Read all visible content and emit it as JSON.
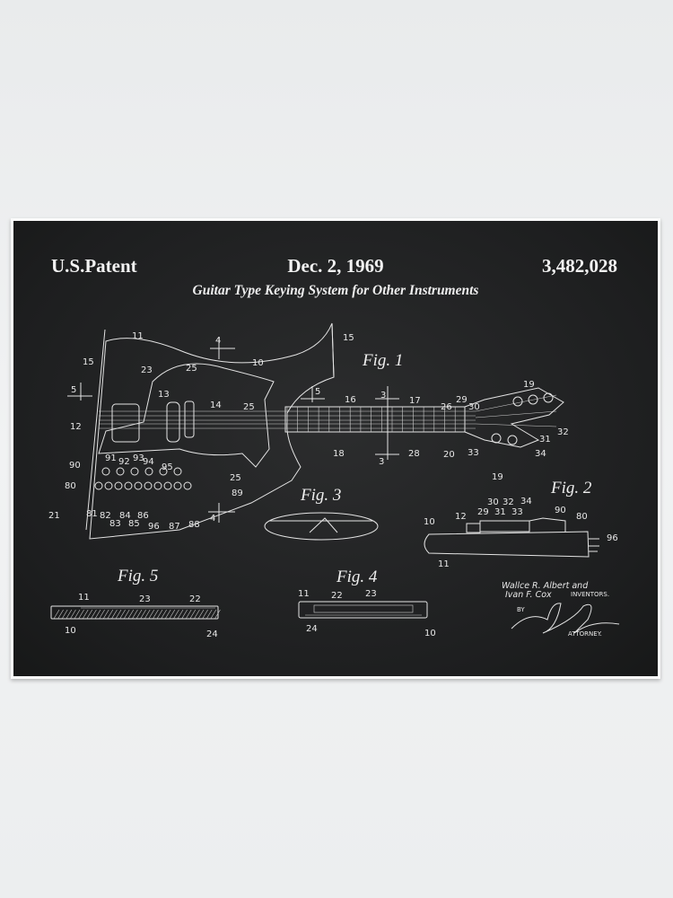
{
  "header": {
    "left": "U.S.Patent",
    "date": "Dec. 2, 1969",
    "number": "3,482,028",
    "title": "Guitar Type Keying System for Other Instruments"
  },
  "figures": {
    "fig1": {
      "title": "Fig. 1",
      "labels": [
        "11",
        "15",
        "23",
        "25",
        "4",
        "10",
        "15",
        "5",
        "13",
        "14",
        "25",
        "5",
        "12",
        "16",
        "3",
        "17",
        "26",
        "29",
        "30",
        "19",
        "32",
        "31",
        "18",
        "28",
        "20",
        "33",
        "34",
        "19",
        "3",
        "90",
        "91",
        "92",
        "93",
        "94",
        "95",
        "80",
        "25",
        "89",
        "21",
        "81",
        "82",
        "83",
        "84",
        "85",
        "86",
        "96",
        "87",
        "88",
        "4"
      ]
    },
    "fig2": {
      "title": "Fig. 2",
      "labels": [
        "30",
        "32",
        "34",
        "29",
        "31",
        "33",
        "12",
        "10",
        "90",
        "80",
        "96",
        "11"
      ]
    },
    "fig3": {
      "title": "Fig. 3"
    },
    "fig4": {
      "title": "Fig. 4",
      "labels": [
        "11",
        "22",
        "23",
        "24",
        "10"
      ]
    },
    "fig5": {
      "title": "Fig. 5",
      "labels": [
        "11",
        "23",
        "22",
        "10",
        "24"
      ]
    }
  },
  "inventors": {
    "line1": "Wallce R. Albert and",
    "line2": "Ivan F. Cox",
    "role": "INVENTORS.",
    "by": "BY",
    "attorney": "ATTORNEY."
  },
  "colors": {
    "poster_background": "#1f2021",
    "ink": "#e8e8e8",
    "frame": "#fafafa",
    "wall": "#eceeef"
  }
}
